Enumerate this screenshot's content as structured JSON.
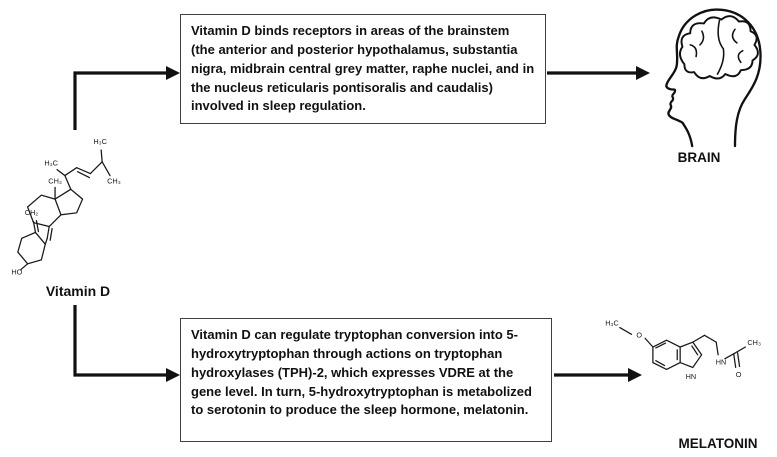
{
  "colors": {
    "line": "#111111",
    "background": "#ffffff",
    "box_border": "#3f3f3f"
  },
  "labels": {
    "vitamin_d": "Vitamin D",
    "brain": "BRAIN",
    "melatonin": "MELATONIN"
  },
  "boxes": {
    "top": {
      "text": "Vitamin D binds receptors in areas of the brainstem (the anterior and posterior hypothalamus, substantia nigra, midbrain central grey matter, raphe nuclei, and in the nucleus reticularis pontisoralis and caudalis) involved in sleep regulation."
    },
    "bottom": {
      "text": "Vitamin D can regulate tryptophan conversion into 5-hydroxytryptophan through actions on tryptophan hydroxylases (TPH)-2, which expresses VDRE at the gene level. In turn, 5-hydroxytryptophan is metabolized to serotonin to produce the sleep hormone, melatonin."
    }
  },
  "structures": {
    "vitamin_d": {
      "atoms": {
        "h3c_side": "H₃C",
        "h3c_isopropyl": "H₃C",
        "ch3_isopropyl": "CH₃",
        "ch3_angular": "CH₃",
        "ch2_exocyclic": "CH₂",
        "ho_hydroxyl": "HO"
      }
    },
    "melatonin": {
      "atoms": {
        "h3c_methoxy": "H₃C",
        "o_methoxy": "O",
        "hn_indole": "HN",
        "hn_amide": "HN",
        "o_carbonyl": "O",
        "ch3_acetyl": "CH₃"
      }
    }
  }
}
